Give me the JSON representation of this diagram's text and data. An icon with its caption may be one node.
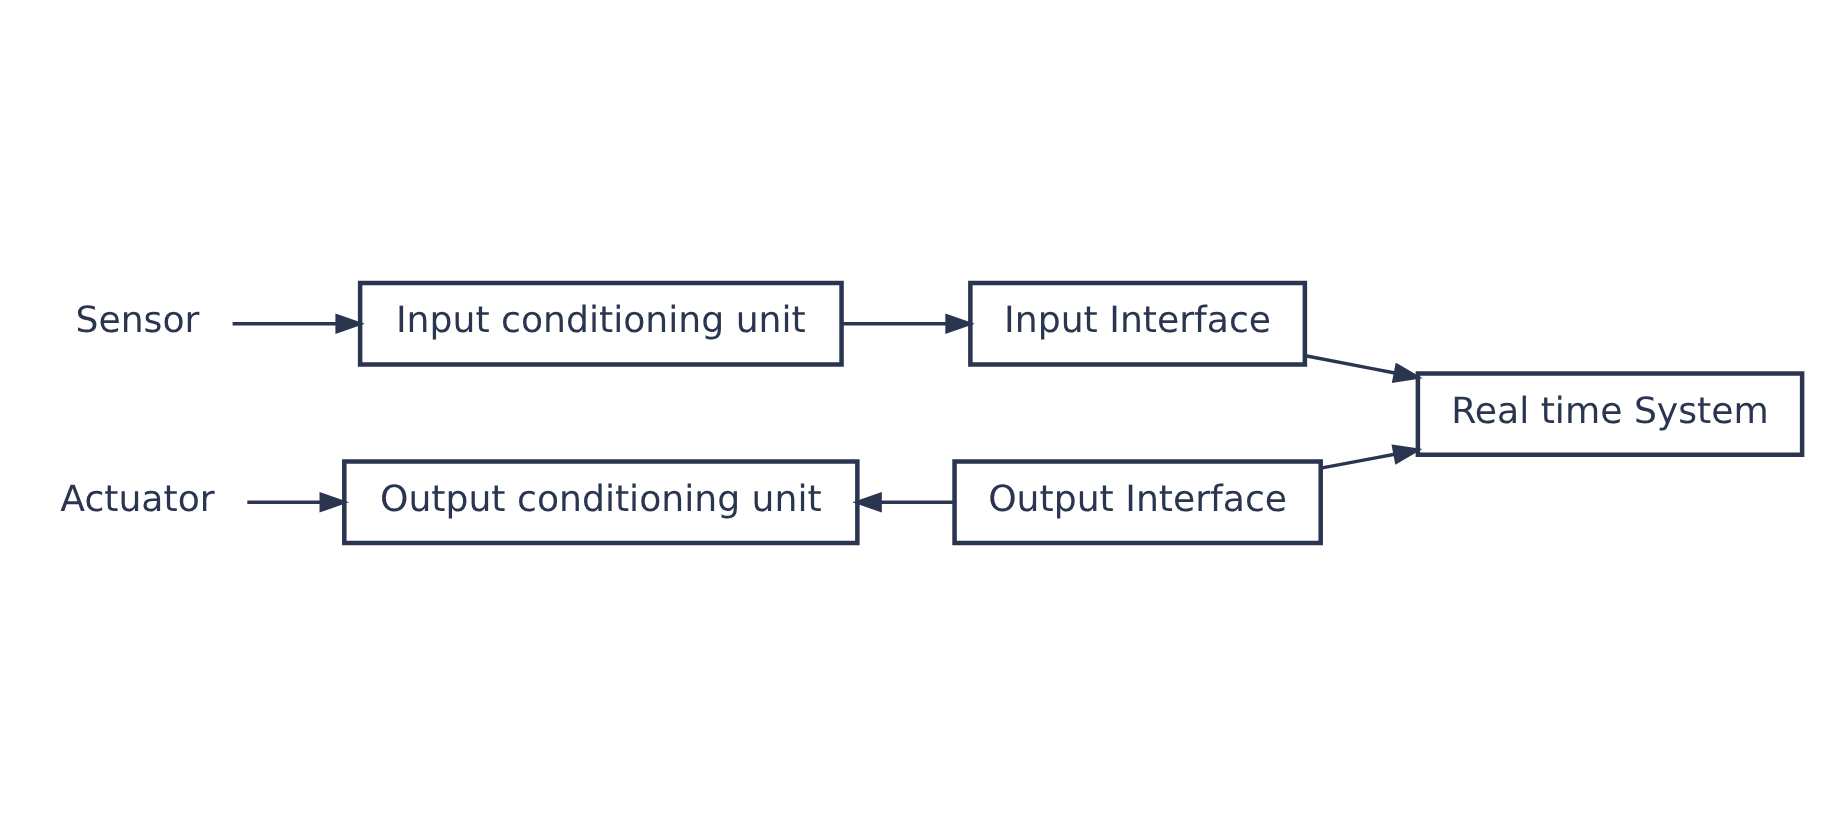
{
  "diagram": {
    "nodes": [
      {
        "text": [
          "Sensor"
        ]
      },
      {
        "text": [
          "Input conditioning unit"
        ]
      },
      {
        "text": [
          "Input Interface"
        ]
      },
      {
        "text": [
          "Real time System"
        ]
      },
      {
        "text": [
          "Actuator"
        ]
      },
      {
        "text": [
          "Output conditioning unit"
        ]
      },
      {
        "text": [
          "Output Interface"
        ]
      }
    ],
    "edges": [
      {
        "from": 0,
        "to": 1,
        "arrow": "to"
      },
      {
        "from": 1,
        "to": 2,
        "arrow": "to"
      },
      {
        "from": 2,
        "to": 3,
        "arrow": "to"
      },
      {
        "from": 4,
        "to": 5,
        "arrow": "to"
      },
      {
        "from": 6,
        "to": 5,
        "arrow": "to"
      },
      {
        "from": 6,
        "to": 3,
        "arrow": "to"
      }
    ]
  }
}
